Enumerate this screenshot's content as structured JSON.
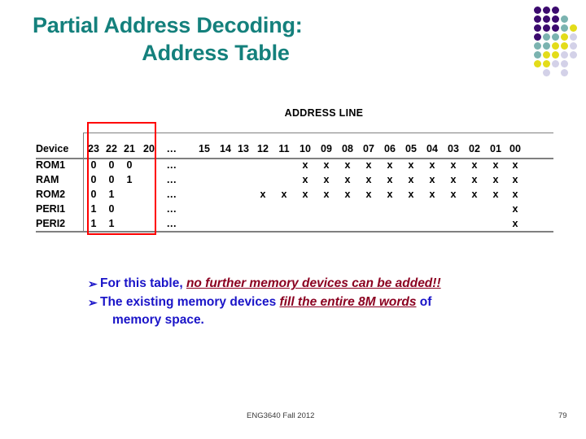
{
  "slide": {
    "title_line1": "Partial Address Decoding:",
    "title_line2": "Address Table",
    "title_color": "#14807c"
  },
  "logo": {
    "name": "dot-grid-logo",
    "colors": {
      "purple": "#3b0a6e",
      "teal": "#7bb3b0",
      "yellow": "#e3dc1a",
      "lavender": "#d3d1e8"
    },
    "grid": [
      [
        "purple",
        "purple",
        "purple",
        "",
        ""
      ],
      [
        "purple",
        "purple",
        "purple",
        "teal",
        ""
      ],
      [
        "purple",
        "purple",
        "purple",
        "teal",
        "yellow"
      ],
      [
        "purple",
        "teal",
        "teal",
        "yellow",
        "lavender"
      ],
      [
        "teal",
        "teal",
        "yellow",
        "yellow",
        "lavender"
      ],
      [
        "teal",
        "yellow",
        "yellow",
        "lavender",
        "lavender"
      ],
      [
        "yellow",
        "yellow",
        "lavender",
        "lavender",
        ""
      ],
      [
        "",
        "lavender",
        "",
        "lavender",
        ""
      ]
    ]
  },
  "table": {
    "caption": "ADDRESS LINE",
    "device_header": "Device",
    "columns": [
      "23",
      "22",
      "21",
      "20",
      "...",
      "15",
      "14",
      "13",
      "12",
      "11",
      "10",
      "09",
      "08",
      "07",
      "06",
      "05",
      "04",
      "03",
      "02",
      "01",
      "00"
    ],
    "ellipsis": "...",
    "mark": "x",
    "rows": [
      {
        "device": "ROM1",
        "cells": [
          "0",
          "0",
          "0",
          "",
          "...",
          "",
          "",
          "",
          "",
          "",
          "x",
          "x",
          "x",
          "x",
          "x",
          "x",
          "x",
          "x",
          "x",
          "x",
          "x"
        ]
      },
      {
        "device": "RAM",
        "cells": [
          "0",
          "0",
          "1",
          "",
          "...",
          "",
          "",
          "",
          "",
          "",
          "x",
          "x",
          "x",
          "x",
          "x",
          "x",
          "x",
          "x",
          "x",
          "x",
          "x"
        ]
      },
      {
        "device": "ROM2",
        "cells": [
          "0",
          "1",
          "",
          "",
          "...",
          "",
          "",
          "",
          "x",
          "x",
          "x",
          "x",
          "x",
          "x",
          "x",
          "x",
          "x",
          "x",
          "x",
          "x",
          "x"
        ]
      },
      {
        "device": "PERI1",
        "cells": [
          "1",
          "0",
          "",
          "",
          "...",
          "",
          "",
          "",
          "",
          "",
          "",
          "",
          "",
          "",
          "",
          "",
          "",
          "",
          "",
          "",
          "x"
        ]
      },
      {
        "device": "PERI2",
        "cells": [
          "1",
          "1",
          "",
          "",
          "...",
          "",
          "",
          "",
          "",
          "",
          "",
          "",
          "",
          "",
          "",
          "",
          "",
          "",
          "",
          "",
          "x"
        ]
      }
    ],
    "highlight_color": "#ff0000"
  },
  "bullets": {
    "marker": "➢",
    "color": "#1a14c8",
    "emphasis_color": "#8b0020",
    "items": [
      {
        "plain_before": "For this table, ",
        "emphasis": "no further memory devices can be added!!",
        "plain_after": "",
        "continuation": ""
      },
      {
        "plain_before": "The existing memory devices ",
        "emphasis": "fill the entire 8M words",
        "plain_after": " of",
        "continuation": "memory space."
      }
    ]
  },
  "footer": {
    "course": "ENG3640 Fall 2012",
    "page_number": "79"
  }
}
